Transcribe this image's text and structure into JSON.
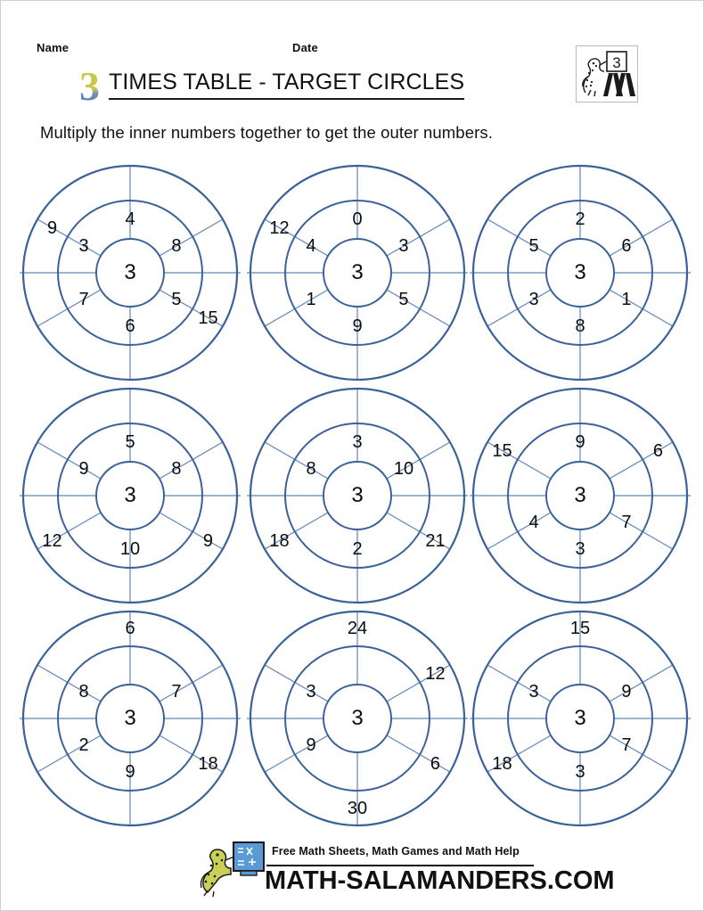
{
  "header": {
    "name_label": "Name",
    "date_label": "Date",
    "title_number": "3",
    "title_text": "TIMES TABLE - TARGET CIRCLES",
    "subtitle": "Multiply the inner numbers together to get the outer numbers.",
    "logo_number": "3",
    "logo_name": "math-salamanders-logo"
  },
  "theme": {
    "stroke_color": "#3a6298",
    "spoke_color": "#5f86b8",
    "text_color": "#0d0d0d",
    "page_background": "#ffffff",
    "title_gold": "#c9c84a",
    "title_blue": "#5b7fae"
  },
  "geometry": {
    "outer_radius": 120,
    "middle_radius": 81,
    "inner_radius": 38,
    "outer_label_radius": 101,
    "middle_label_radius": 60,
    "sector_angles_deg": [
      30,
      90,
      150,
      210,
      270,
      330
    ]
  },
  "chart_data": {
    "type": "table",
    "title": "3 Times Table - Target Circles",
    "description": "Nine target circles. Each has a centre number, six middle-ring sector values (inner numbers) and six outer-ring sector values (outer numbers = centre x inner).",
    "sector_order": [
      "top",
      "upper-right",
      "lower-right",
      "bottom",
      "lower-left",
      "upper-left"
    ],
    "circles": [
      {
        "id": 1,
        "center": "3",
        "middle": [
          "4",
          "8",
          "5",
          "6",
          "7",
          "3"
        ],
        "outer": [
          "",
          "",
          "15",
          "",
          "",
          "9"
        ]
      },
      {
        "id": 2,
        "center": "3",
        "middle": [
          "0",
          "3",
          "5",
          "9",
          "1",
          "4"
        ],
        "outer": [
          "",
          "",
          "",
          "",
          "",
          "12"
        ]
      },
      {
        "id": 3,
        "center": "3",
        "middle": [
          "2",
          "6",
          "1",
          "8",
          "3",
          "5"
        ],
        "outer": [
          "",
          "",
          "",
          "",
          "",
          ""
        ]
      },
      {
        "id": 4,
        "center": "3",
        "middle": [
          "5",
          "8",
          "",
          "10",
          "",
          "9"
        ],
        "outer": [
          "",
          "",
          "9",
          "",
          "12",
          ""
        ]
      },
      {
        "id": 5,
        "center": "3",
        "middle": [
          "3",
          "10",
          "",
          "2",
          "",
          "8"
        ],
        "outer": [
          "",
          "",
          "21",
          "",
          "18",
          ""
        ]
      },
      {
        "id": 6,
        "center": "3",
        "middle": [
          "9",
          "",
          "7",
          "3",
          "4",
          ""
        ],
        "outer": [
          "",
          "6",
          "",
          "",
          "",
          "15"
        ]
      },
      {
        "id": 7,
        "center": "3",
        "middle": [
          "",
          "7",
          "",
          "9",
          "2",
          "8"
        ],
        "outer": [
          "6",
          "",
          "18",
          "",
          "",
          ""
        ]
      },
      {
        "id": 8,
        "center": "3",
        "middle": [
          "",
          "",
          "",
          "",
          "9",
          "3"
        ],
        "outer": [
          "24",
          "12",
          "6",
          "30",
          "",
          ""
        ]
      },
      {
        "id": 9,
        "center": "3",
        "middle": [
          "",
          "9",
          "7",
          "3",
          "",
          "3"
        ],
        "outer": [
          "15",
          "",
          "",
          "",
          "18",
          ""
        ]
      }
    ]
  },
  "footer": {
    "tagline": "Free Math Sheets, Math Games and Math Help",
    "brand": "MATH-SALAMANDERS.COM",
    "mascot_name": "salamander-mascot-icon"
  }
}
